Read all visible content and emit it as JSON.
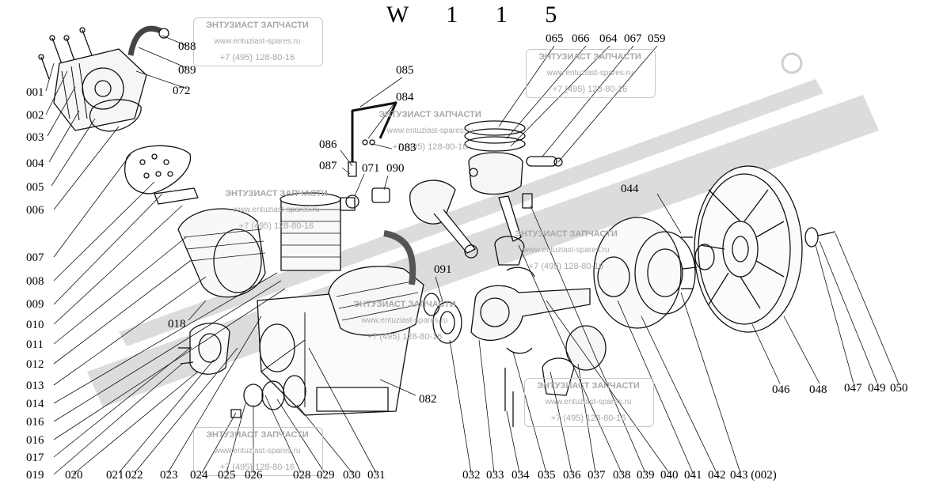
{
  "title": "W 1 1 5",
  "watermark": {
    "company": "ЭНТУЗИАСТ ЗАПЧАСТИ",
    "site": "www.entuziast-spares.ru",
    "phone": "+7 (495) 128-80-16"
  },
  "colors": {
    "line": "#111111",
    "watermark": "#a8a8a8",
    "band": "#d9d9d9"
  },
  "left_labels": [
    "001",
    "002",
    "003",
    "004",
    "005",
    "006",
    "007",
    "008",
    "009",
    "010",
    "011",
    "012",
    "013",
    "014",
    "016",
    "016",
    "017",
    "019"
  ],
  "bottom_labels": [
    "020",
    "021",
    "022",
    "023",
    "024",
    "025",
    "026",
    "028",
    "029",
    "030",
    "031",
    "032",
    "033",
    "034",
    "035",
    "036",
    "037",
    "038",
    "039",
    "040",
    "041",
    "042",
    "043 (002)"
  ],
  "right_labels": [
    "046",
    "048",
    "047",
    "049",
    "050"
  ],
  "top_labels": {
    "l088": "088",
    "l089": "089",
    "l072": "072",
    "l085": "085",
    "l084": "084",
    "l083": "083",
    "l086": "086",
    "l087": "087",
    "l071": "071",
    "l090": "090",
    "l091": "091",
    "l018": "018",
    "l082": "082",
    "l044": "044",
    "l065": "065",
    "l066": "066",
    "l064": "064",
    "l067": "067",
    "l059": "059"
  }
}
